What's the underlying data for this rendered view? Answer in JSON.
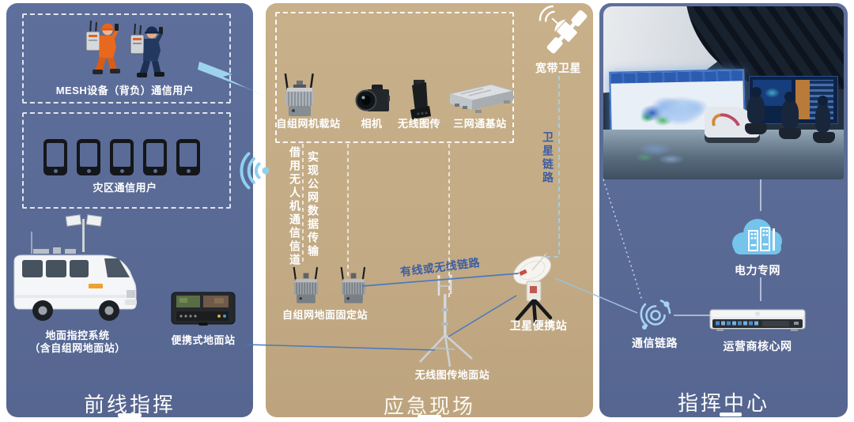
{
  "frontline": {
    "title": "前线指挥",
    "mesh_users": "MESH设备（背负）通信用户",
    "disaster_users": "灾区通信用户",
    "ground_command_1": "地面指控系统",
    "ground_command_2": "（含自组网地面站）",
    "portable_station": "便携式地面站"
  },
  "scene": {
    "title": "应急现场",
    "airborne_station": "自组网机载站",
    "camera": "相机",
    "wireless_video": "无线图传",
    "tri_network_base": "三网通基站",
    "note_uav_channel": "借用无人机通信信道",
    "note_public_net": "实现公网数据传输",
    "fixed_ground_station": "自组网地面固定站",
    "wired_wireless_link": "有线或无线链路",
    "broadband_satellite": "宽带卫星",
    "satellite_link": "卫星链路",
    "satellite_portable": "卫星便携站",
    "video_ground_station": "无线图传地面站"
  },
  "command": {
    "title": "指挥中心",
    "power_private_net": "电力专网",
    "comm_link": "通信链路",
    "operator_core_net": "运营商核心网"
  },
  "colors": {
    "panel_blue": "#596a95",
    "panel_tan": "#c3ab85",
    "link_text_blue": "#3d5ea3",
    "accent_light_blue": "#8fd0ef",
    "solid_link_line": "#4a78c0",
    "dashed_white": "#ffffff",
    "title_white": "#ffffff"
  },
  "icons": {
    "lightning-icon": "light-blue zigzag bolt between MESH users and airborne station",
    "wifi-icon": "light-blue signal arcs with dot, from disaster phones",
    "satellite-icon": "white satellite with dish and solar panels",
    "cloud-icon": "light-blue cloud with white server racks",
    "comm-link-icon": "light-blue concentric orbit arcs with dots",
    "phone-icon": "black smartphone outline"
  }
}
